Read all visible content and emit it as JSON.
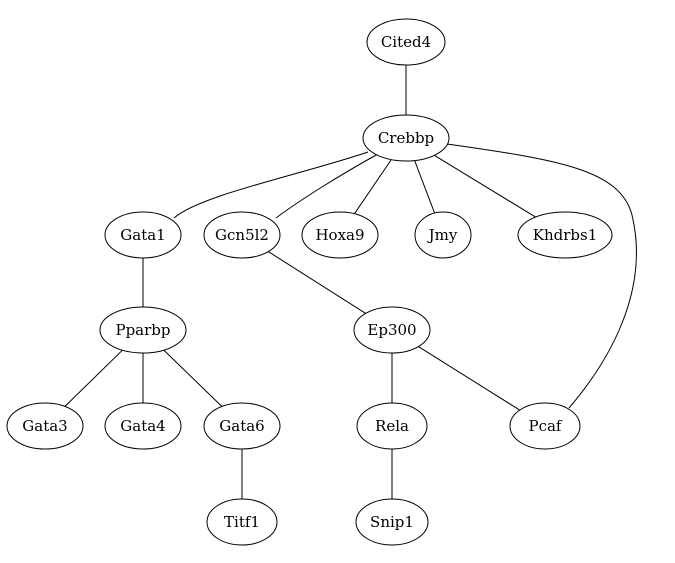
{
  "graph": {
    "nodes": [
      {
        "id": "cited4",
        "label": "Cited4"
      },
      {
        "id": "crebbp",
        "label": "Crebbp"
      },
      {
        "id": "gata1",
        "label": "Gata1"
      },
      {
        "id": "gcn5l2",
        "label": "Gcn5l2"
      },
      {
        "id": "hoxa9",
        "label": "Hoxa9"
      },
      {
        "id": "jmy",
        "label": "Jmy"
      },
      {
        "id": "khdrbs1",
        "label": "Khdrbs1"
      },
      {
        "id": "pparbp",
        "label": "Pparbp"
      },
      {
        "id": "ep300",
        "label": "Ep300"
      },
      {
        "id": "gata3",
        "label": "Gata3"
      },
      {
        "id": "gata4",
        "label": "Gata4"
      },
      {
        "id": "gata6",
        "label": "Gata6"
      },
      {
        "id": "rela",
        "label": "Rela"
      },
      {
        "id": "pcaf",
        "label": "Pcaf"
      },
      {
        "id": "titf1",
        "label": "Titf1"
      },
      {
        "id": "snip1",
        "label": "Snip1"
      }
    ],
    "edges": [
      {
        "from": "cited4",
        "to": "crebbp"
      },
      {
        "from": "crebbp",
        "to": "gata1"
      },
      {
        "from": "crebbp",
        "to": "gcn5l2"
      },
      {
        "from": "crebbp",
        "to": "hoxa9"
      },
      {
        "from": "crebbp",
        "to": "jmy"
      },
      {
        "from": "crebbp",
        "to": "khdrbs1"
      },
      {
        "from": "crebbp",
        "to": "pcaf"
      },
      {
        "from": "gata1",
        "to": "pparbp"
      },
      {
        "from": "gcn5l2",
        "to": "ep300"
      },
      {
        "from": "pparbp",
        "to": "gata3"
      },
      {
        "from": "pparbp",
        "to": "gata4"
      },
      {
        "from": "pparbp",
        "to": "gata6"
      },
      {
        "from": "ep300",
        "to": "rela"
      },
      {
        "from": "ep300",
        "to": "pcaf"
      },
      {
        "from": "gata6",
        "to": "titf1"
      },
      {
        "from": "rela",
        "to": "snip1"
      }
    ]
  }
}
